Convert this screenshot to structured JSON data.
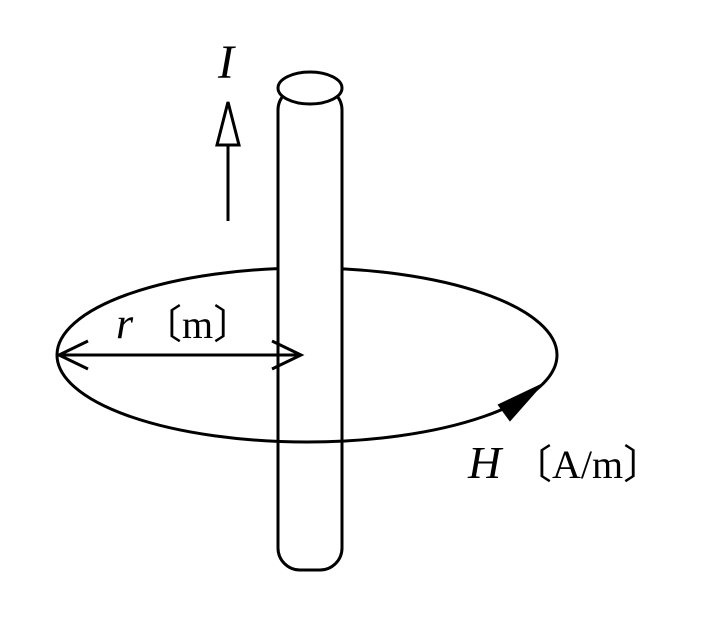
{
  "labels": {
    "current_symbol": "I",
    "radius_symbol": "r",
    "radius_unit": "〔m〕",
    "field_symbol": "H",
    "field_unit": "〔A/m〕"
  },
  "colors": {
    "stroke": "#000000",
    "background": "#ffffff"
  }
}
